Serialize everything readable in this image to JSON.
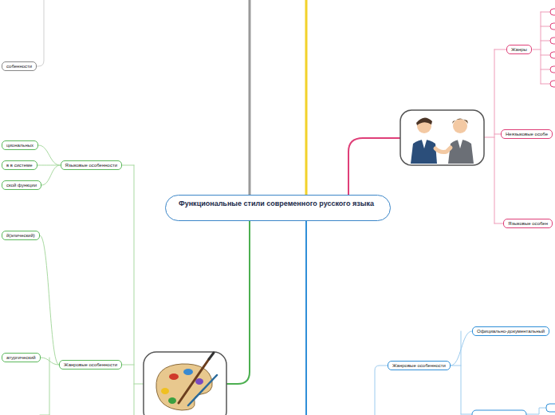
{
  "diagram": {
    "nodes": [
      {
        "text": [
          "Функциональные стили современного русского языка"
        ]
      },
      {
        "text": [
          "собенности"
        ]
      },
      {
        "text": [
          "Языковые особенности"
        ]
      },
      {
        "text": [
          "циональных"
        ]
      },
      {
        "text": [
          "в в системе"
        ]
      },
      {
        "text": [
          "ской функции"
        ]
      },
      {
        "text": [
          "Жанровые особенности"
        ]
      },
      {
        "text": [
          "й(эпический)"
        ]
      },
      {
        "text": [
          "атургический"
        ]
      },
      {
        "text": [
          "Жанры"
        ]
      },
      {
        "text": [
          "Неязыковые особе"
        ]
      },
      {
        "text": [
          "Языковые особен"
        ]
      },
      {
        "text": [
          "Жанровые особенности"
        ]
      },
      {
        "text": [
          "Официально-документальный"
        ]
      }
    ],
    "edges": [
      {
        "from": 2,
        "to": 3,
        "arrow": "none"
      },
      {
        "from": 2,
        "to": 4,
        "arrow": "none"
      },
      {
        "from": 2,
        "to": 5,
        "arrow": "none"
      },
      {
        "from": 6,
        "to": 7,
        "arrow": "none"
      },
      {
        "from": 6,
        "to": 8,
        "arrow": "none"
      },
      {
        "from": 12,
        "to": 13,
        "arrow": "none"
      }
    ]
  }
}
